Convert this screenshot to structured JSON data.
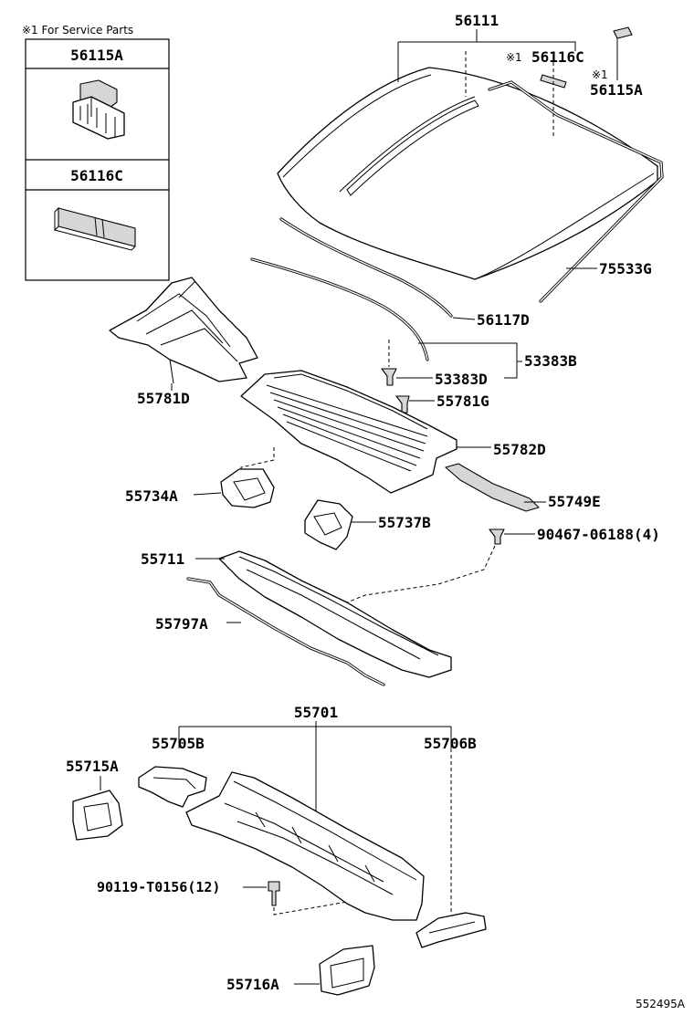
{
  "legend": {
    "note": "※1 For Service Parts",
    "box1_label": "56115A",
    "box2_label": "56116C"
  },
  "labels": {
    "p56111": "56111",
    "p56116C": "56116C",
    "p56116C_mark": "※1",
    "p56115A": "56115A",
    "p56115A_mark": "※1",
    "p75533G": "75533G",
    "p56117D": "56117D",
    "p53383B": "53383B",
    "p53383D": "53383D",
    "p55781G": "55781G",
    "p55781D": "55781D",
    "p55782D": "55782D",
    "p55734A": "55734A",
    "p55749E": "55749E",
    "p55737B": "55737B",
    "p90467": "90467-06188(4)",
    "p55711": "55711",
    "p55797A": "55797A",
    "p55701": "55701",
    "p55705B": "55705B",
    "p55706B": "55706B",
    "p55715A": "55715A",
    "p90119": "90119-T0156(12)",
    "p55716A": "55716A"
  },
  "figure_id": "552495A"
}
